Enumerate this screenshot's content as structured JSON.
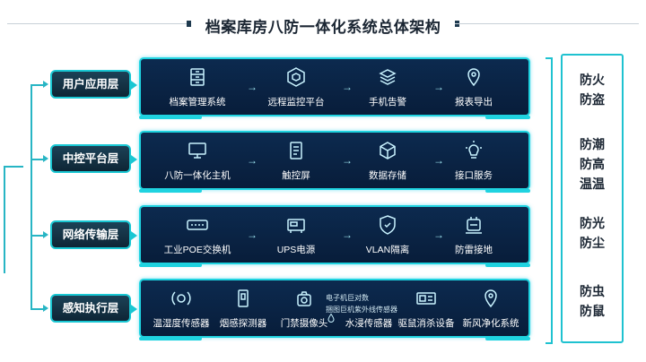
{
  "title": "档案库房八防一体化系统总体架构",
  "layers": [
    {
      "label": "用户应用层"
    },
    {
      "label": "中控平台层"
    },
    {
      "label": "网络传输层"
    },
    {
      "label": "感知执行层"
    }
  ],
  "panels": [
    {
      "items": [
        {
          "label": "档案管理系统",
          "icon": "archive-cabinet-icon"
        },
        {
          "label": "远程监控平台",
          "icon": "monitor-cube-icon"
        },
        {
          "label": "手机告警",
          "icon": "stack-alarm-icon"
        },
        {
          "label": "报表导出",
          "icon": "location-pin-icon"
        }
      ]
    },
    {
      "items": [
        {
          "label": "八防一体化主机",
          "icon": "desktop-monitor-icon"
        },
        {
          "label": "触控屏",
          "icon": "touch-document-icon"
        },
        {
          "label": "数据存储",
          "icon": "data-cube-icon"
        },
        {
          "label": "接口服务",
          "icon": "lightbulb-icon"
        }
      ]
    },
    {
      "items": [
        {
          "label": "工业POE交换机",
          "icon": "switch-icon"
        },
        {
          "label": "UPS电源",
          "icon": "ups-icon"
        },
        {
          "label": "VLAN隔离",
          "icon": "shield-icon"
        },
        {
          "label": "防雷接地",
          "icon": "grounding-icon"
        }
      ]
    },
    {
      "items": [
        {
          "label": "温湿度传感器",
          "icon": "temperature-sensor-icon"
        },
        {
          "label": "烟感探测器",
          "icon": "smoke-detector-icon"
        },
        {
          "label": "门禁摄像头",
          "icon": "camera-icon"
        },
        {
          "label": "水浸传感器",
          "icon": "water-sensor-icon"
        },
        {
          "label": "驱鼠消杀设备",
          "icon": "repeller-icon"
        },
        {
          "label": "新风净化系统",
          "icon": "air-purifier-icon"
        }
      ],
      "extra": [
        "电子机巨对数",
        "捆图巨机紫外线传感器"
      ]
    }
  ],
  "right_groups": [
    [
      "防火",
      "防盗"
    ],
    [
      "防潮",
      "防高",
      "温温"
    ],
    [
      "防光",
      "防尘"
    ],
    [
      "防虫",
      "防鼠"
    ]
  ],
  "colors": {
    "accent": "#1fd3e0",
    "panel": "#0a2345",
    "label_bg": "#163749"
  }
}
